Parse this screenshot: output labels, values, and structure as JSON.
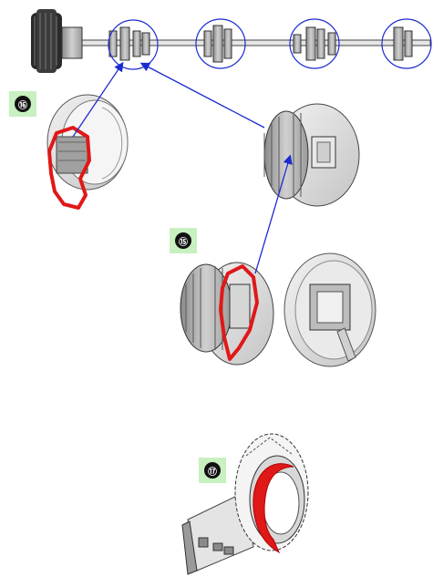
{
  "callouts": [
    {
      "id": "16",
      "label": "⑯"
    },
    {
      "id": "15",
      "label": "⑮"
    },
    {
      "id": "17",
      "label": "⑰"
    }
  ],
  "colors": {
    "highlight": "#e01818",
    "arrow": "#1a2bd0",
    "badge_bg": "#c8f0c0",
    "part_fill": "#b8b8b8",
    "part_dark": "#6e6e6e"
  },
  "icons": [
    "shaft-assembly",
    "collar-part",
    "pulley-part",
    "bushing-part",
    "bracket-part"
  ]
}
